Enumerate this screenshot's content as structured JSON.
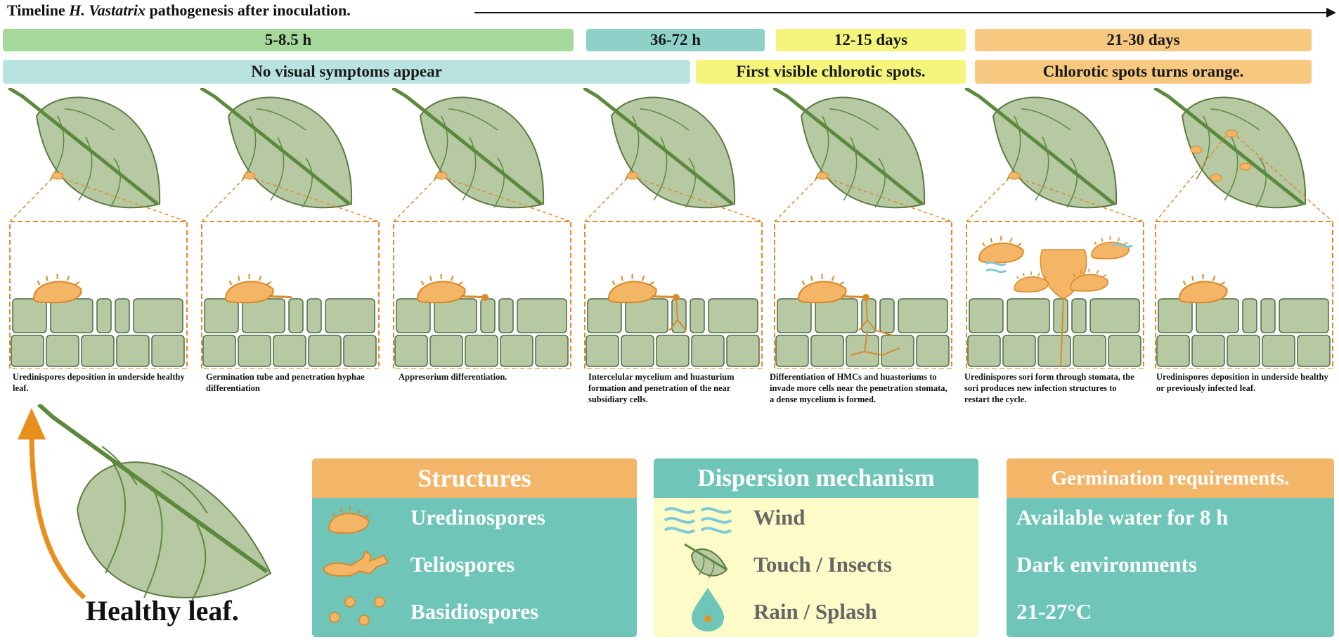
{
  "title_prefix": "Timeline ",
  "title_species": "H. Vastatrix",
  "title_suffix": " pathogenesis after inoculation.",
  "time_bars": [
    {
      "label": "5-8.5 h",
      "color": "#a4d99b"
    },
    {
      "label": "36-72 h",
      "color": "#8fd1c9"
    },
    {
      "label": "12-15 days",
      "color": "#f5f57c"
    },
    {
      "label": "21-30 days",
      "color": "#f7c880"
    }
  ],
  "symptom_bars": [
    {
      "label": "No visual symptoms appear",
      "color": "#b9e3e0"
    },
    {
      "label": "First visible chlorotic spots.",
      "color": "#f5f57c"
    },
    {
      "label": "Chlorotic spots turns orange.",
      "color": "#f7c880"
    }
  ],
  "stages": [
    {
      "caption": "Uredinispores deposition in underside healthy leaf."
    },
    {
      "caption": "Germination tube and penetration hyphae differentiation"
    },
    {
      "caption": "Appresorium differentiation."
    },
    {
      "caption": "Intercelular mycelium and huasturium formation and penetration of the near subsidiary cells."
    },
    {
      "caption": "Differentiation of HMCs and huastoriums to invade  more cells near the penetration stomata, a dense mycelium is formed."
    },
    {
      "caption": "Uredinispores sori form through stomata, the sori produces new infection structures to restart the cycle."
    },
    {
      "caption": "Uredinispores deposition in underside healthy or previously infected leaf."
    }
  ],
  "healthy_leaf_label": "Healthy leaf.",
  "structures": {
    "title": "Structures",
    "items": [
      "Uredinospores",
      "Teliospores",
      "Basidiospores"
    ]
  },
  "dispersion": {
    "title": "Dispersion mechanism",
    "items": [
      "Wind",
      "Touch / Insects",
      "Rain / Splash"
    ]
  },
  "germination": {
    "title": "Germination requirements.",
    "items": [
      "Available water for 8 h",
      "Dark environments",
      "21-27°C"
    ]
  },
  "colors": {
    "leaf_fill": "#b7c9a3",
    "leaf_stroke": "#5b7a40",
    "vein": "#5b8a3c",
    "spore": "#f5b566",
    "spore_stroke": "#d98a2b",
    "cell": "#b7c9a3",
    "cell_stroke": "#4f6b45",
    "box_dash": "#e08a2a",
    "arrow": "#e8901e",
    "teal": "#6ec5b8",
    "orange_head": "#f3b567",
    "cream": "#fdfbc8",
    "wind": "#7fc9d8"
  }
}
